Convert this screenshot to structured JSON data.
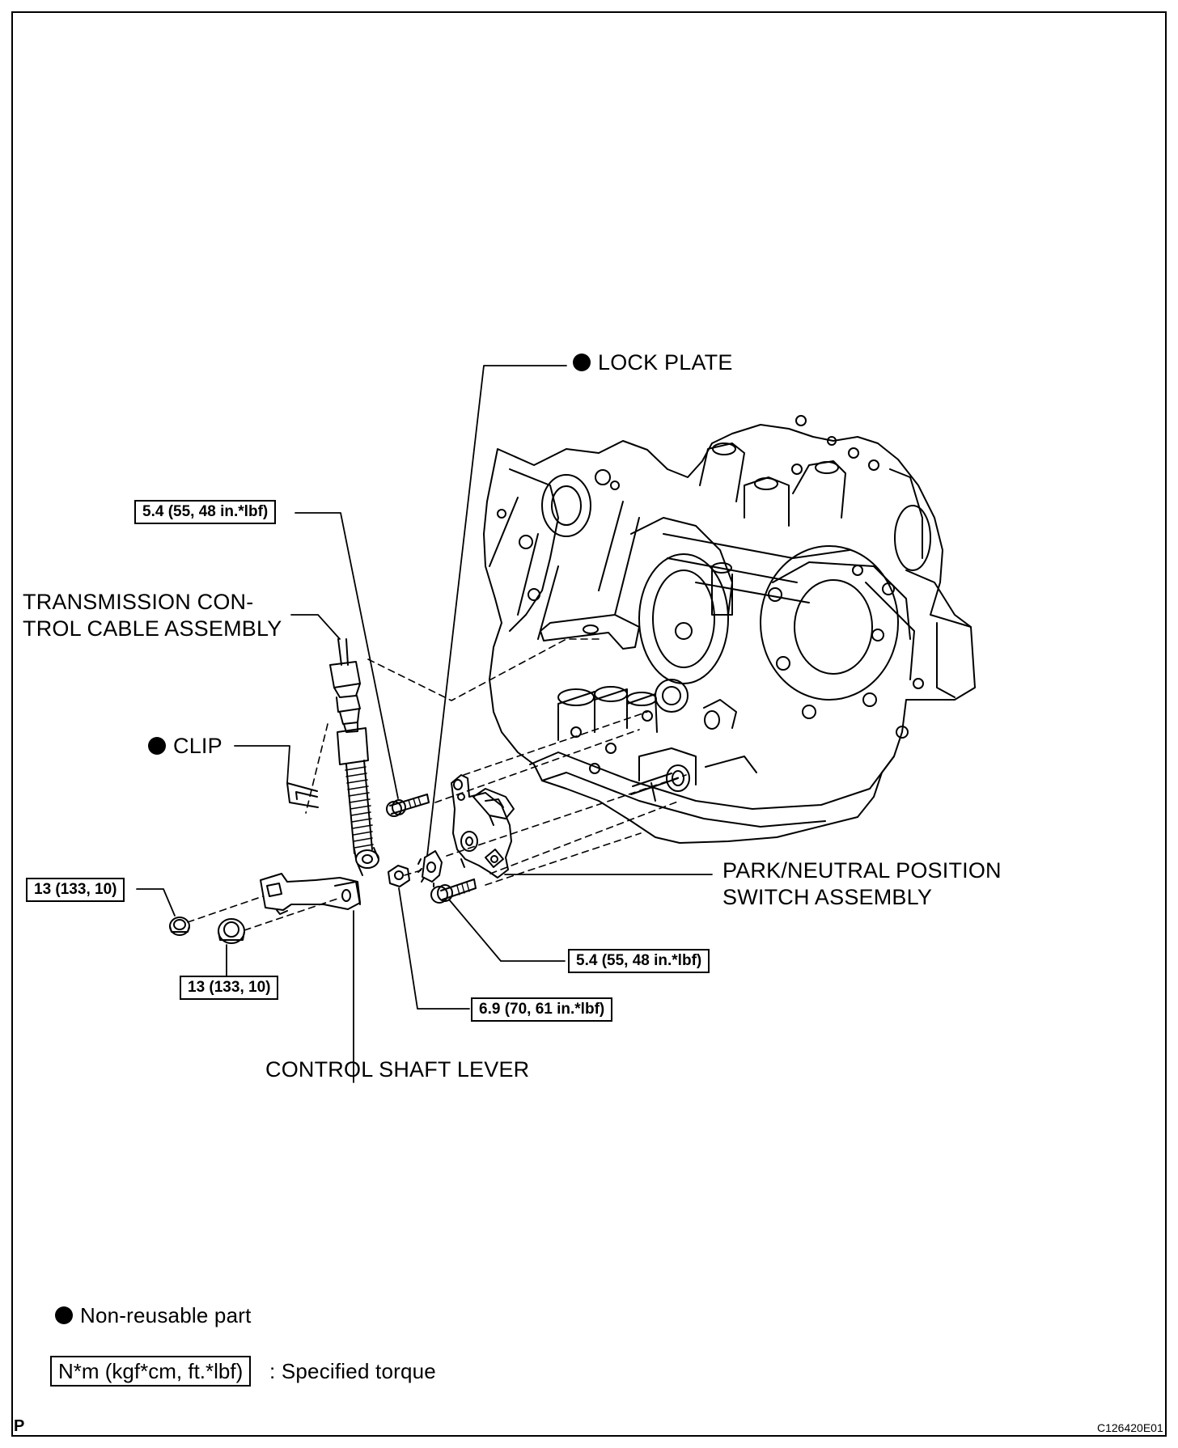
{
  "labels": {
    "lock_plate": "LOCK PLATE",
    "cable_line1": "TRANSMISSION CON-",
    "cable_line2": "TROL CABLE ASSEMBLY",
    "clip": "CLIP",
    "switch_line1": "PARK/NEUTRAL POSITION",
    "switch_line2": "SWITCH ASSEMBLY",
    "control_lever": "CONTROL SHAFT LEVER"
  },
  "torques": {
    "bracket_bolt": "5.4 (55, 48 in.*lbf)",
    "switch_bolt": "5.4 (55, 48 in.*lbf)",
    "lever_nut": "6.9 (70, 61 in.*lbf)",
    "cable_nut": "13 (133, 10)",
    "cable_nut_2": "13 (133, 10)"
  },
  "legend": {
    "non_reusable": "Non-reusable part",
    "torque_box": "N*m (kgf*cm, ft.*lbf)",
    "torque_desc": ": Specified torque"
  },
  "footer": {
    "corner_left": "P",
    "figure_id": "C126420E01"
  }
}
